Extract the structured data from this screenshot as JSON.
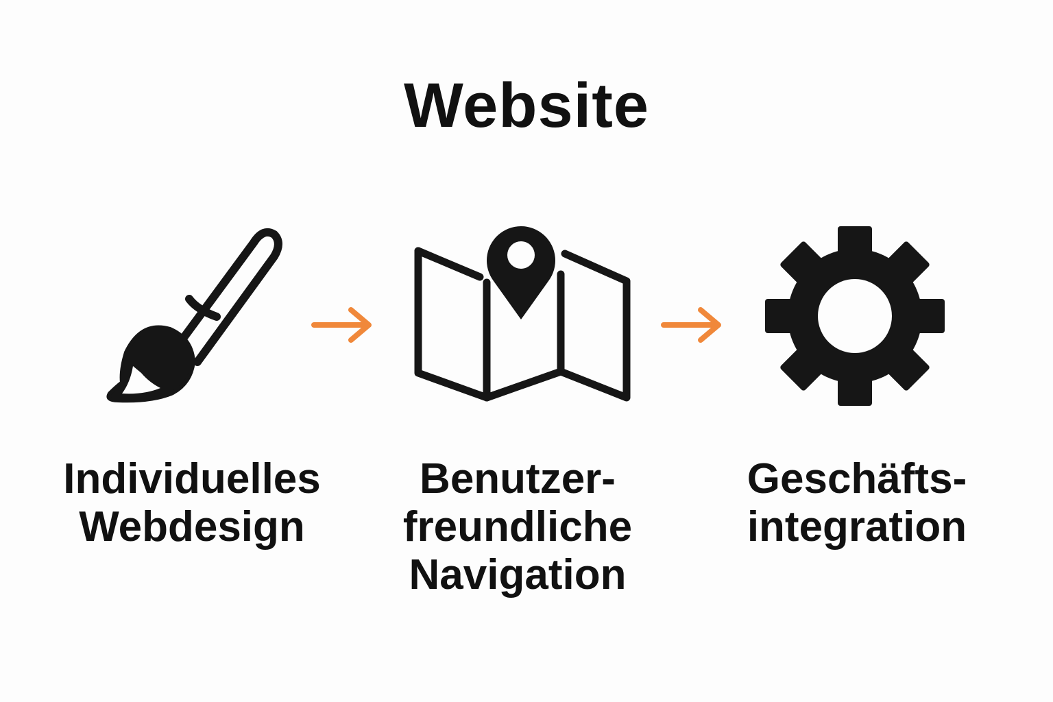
{
  "title": "Website",
  "colors": {
    "text": "#111111",
    "icon": "#161616",
    "arrow": "#f0883a",
    "background": "#fdfdfd"
  },
  "steps": [
    {
      "icon": "paintbrush-icon",
      "lines": [
        "Individuelles",
        "Webdesign"
      ]
    },
    {
      "icon": "map-pin-icon",
      "lines": [
        "Benutzer-",
        "freundliche",
        "Navigation"
      ]
    },
    {
      "icon": "gear-icon",
      "lines": [
        "Geschäfts-",
        "integration"
      ]
    }
  ],
  "connectors": [
    "arrow-right-icon",
    "arrow-right-icon"
  ]
}
